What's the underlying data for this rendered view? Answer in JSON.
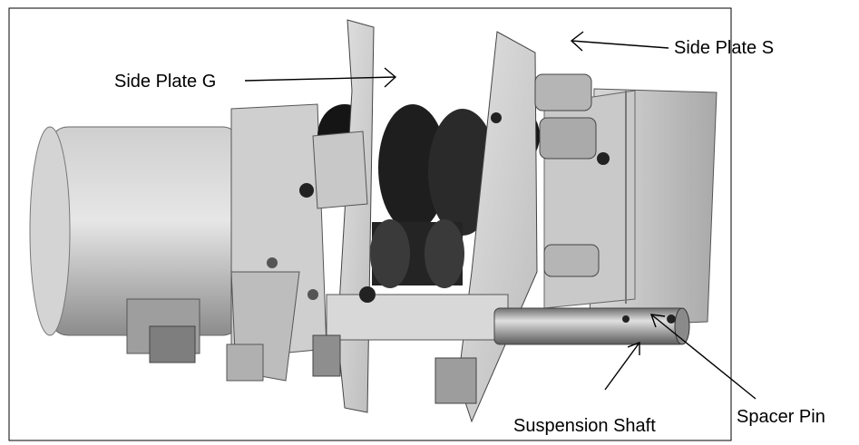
{
  "labels": {
    "side_plate_g": "Side Plate G",
    "side_plate_s": "Side Plate S",
    "suspension_shaft": "Suspension Shaft",
    "spacer_pin": "Spacer Pin"
  },
  "colors": {
    "background": "#ffffff",
    "frame": "#000000",
    "motor": "#bdbdbd",
    "plate": "#d2d2d2",
    "gear": "#1e1e1e",
    "shaft": "#9a9a9a"
  }
}
